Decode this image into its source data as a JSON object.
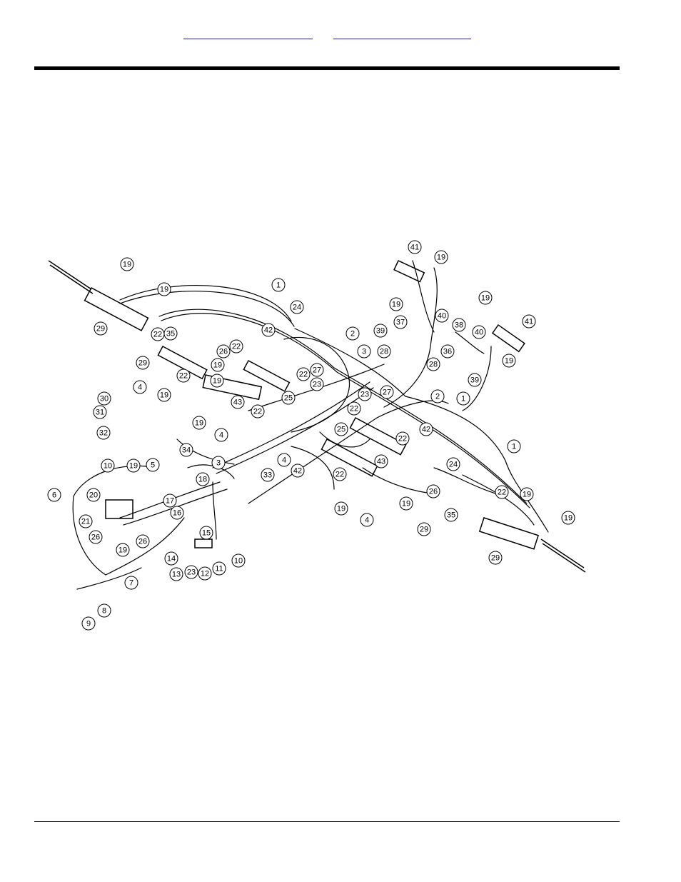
{
  "header": {
    "links": [
      "",
      ""
    ]
  },
  "diagram": {
    "callouts": [
      {
        "n": "19"
      },
      {
        "n": "29"
      },
      {
        "n": "19"
      },
      {
        "n": "22"
      },
      {
        "n": "1"
      },
      {
        "n": "24"
      },
      {
        "n": "42"
      },
      {
        "n": "22"
      },
      {
        "n": "26"
      },
      {
        "n": "35"
      },
      {
        "n": "29"
      },
      {
        "n": "22"
      },
      {
        "n": "4"
      },
      {
        "n": "19"
      },
      {
        "n": "19"
      },
      {
        "n": "19"
      },
      {
        "n": "43"
      },
      {
        "n": "22"
      },
      {
        "n": "25"
      },
      {
        "n": "22"
      },
      {
        "n": "23"
      },
      {
        "n": "27"
      },
      {
        "n": "2"
      },
      {
        "n": "3"
      },
      {
        "n": "28"
      },
      {
        "n": "19"
      },
      {
        "n": "4"
      },
      {
        "n": "30"
      },
      {
        "n": "31"
      },
      {
        "n": "32"
      },
      {
        "n": "41"
      },
      {
        "n": "19"
      },
      {
        "n": "19"
      },
      {
        "n": "37"
      },
      {
        "n": "40"
      },
      {
        "n": "38"
      },
      {
        "n": "39"
      },
      {
        "n": "36"
      },
      {
        "n": "19"
      },
      {
        "n": "41"
      },
      {
        "n": "40"
      },
      {
        "n": "19"
      },
      {
        "n": "28"
      },
      {
        "n": "39"
      },
      {
        "n": "2"
      },
      {
        "n": "1"
      },
      {
        "n": "23"
      },
      {
        "n": "27"
      },
      {
        "n": "22"
      },
      {
        "n": "25"
      },
      {
        "n": "22"
      },
      {
        "n": "42"
      },
      {
        "n": "4"
      },
      {
        "n": "42"
      },
      {
        "n": "43"
      },
      {
        "n": "24"
      },
      {
        "n": "22"
      },
      {
        "n": "26"
      },
      {
        "n": "19"
      },
      {
        "n": "19"
      },
      {
        "n": "4"
      },
      {
        "n": "29"
      },
      {
        "n": "35"
      },
      {
        "n": "1"
      },
      {
        "n": "22"
      },
      {
        "n": "19"
      },
      {
        "n": "19"
      },
      {
        "n": "29"
      },
      {
        "n": "34"
      },
      {
        "n": "3"
      },
      {
        "n": "33"
      },
      {
        "n": "10"
      },
      {
        "n": "19"
      },
      {
        "n": "5"
      },
      {
        "n": "20"
      },
      {
        "n": "6"
      },
      {
        "n": "18"
      },
      {
        "n": "17"
      },
      {
        "n": "16"
      },
      {
        "n": "21"
      },
      {
        "n": "15"
      },
      {
        "n": "26"
      },
      {
        "n": "26"
      },
      {
        "n": "19"
      },
      {
        "n": "14"
      },
      {
        "n": "13"
      },
      {
        "n": "23"
      },
      {
        "n": "12"
      },
      {
        "n": "11"
      },
      {
        "n": "10"
      },
      {
        "n": "7"
      },
      {
        "n": "8"
      },
      {
        "n": "9"
      }
    ]
  }
}
